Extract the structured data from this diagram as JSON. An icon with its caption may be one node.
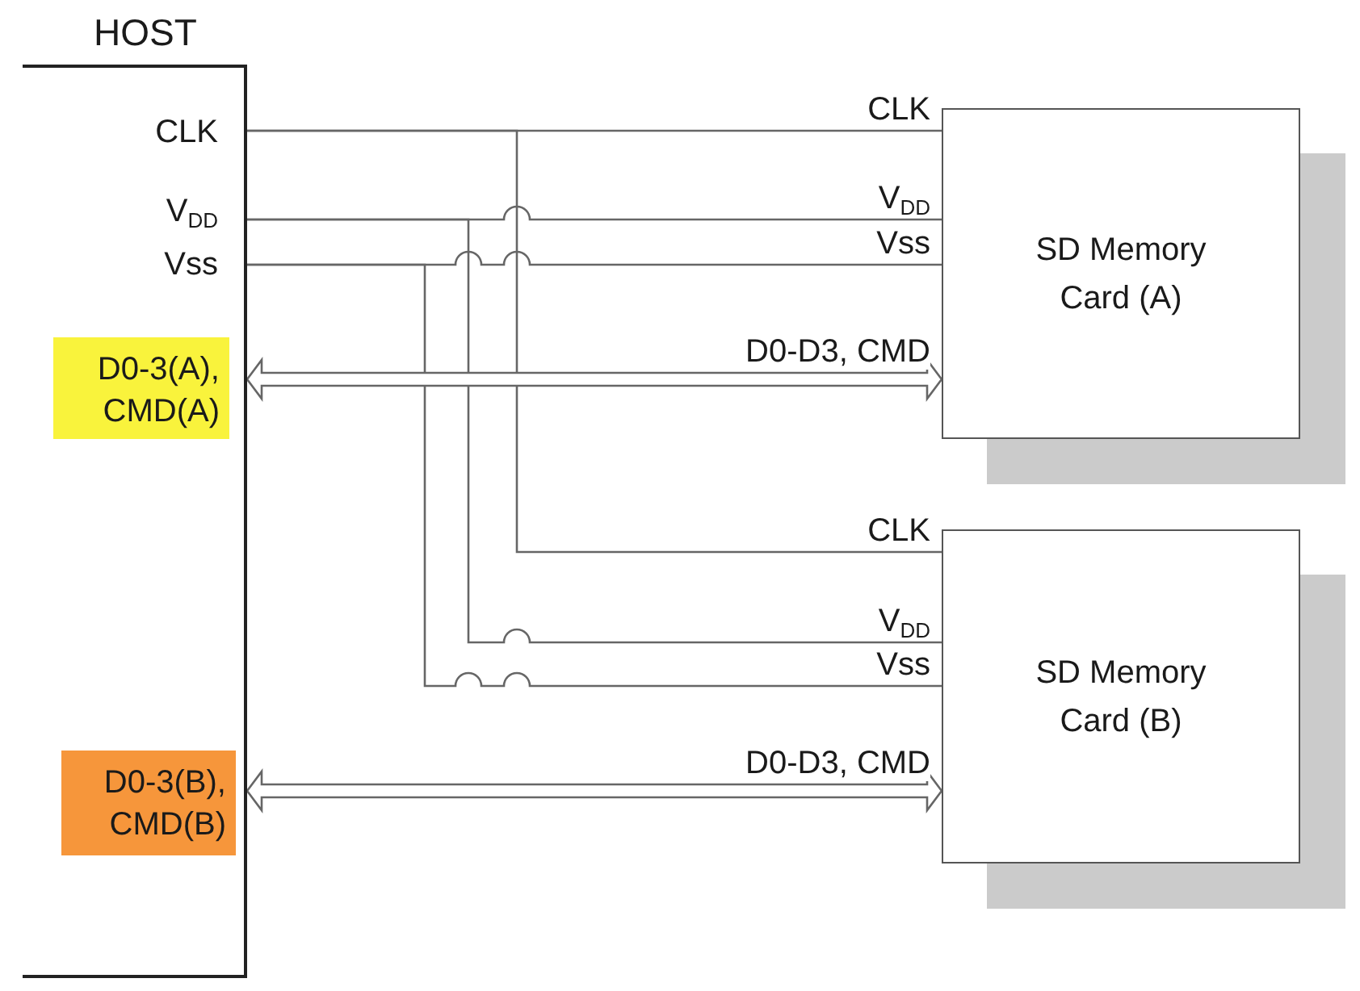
{
  "diagram": {
    "nodes": [
      {
        "text": [
          "HOST"
        ]
      },
      {
        "text": [
          "CLK"
        ],
        "in": 0
      },
      {
        "text": [
          "V$_{DD}$"
        ],
        "in": 0
      },
      {
        "text": [
          "Vss"
        ],
        "in": 0
      },
      {
        "text": [
          "D0-3(A), CMD(A)"
        ],
        "in": 0
      },
      {
        "text": [
          "D0-3(B), CMD(B)"
        ],
        "in": 0
      },
      {
        "text": [
          "SD Memory Card (A)"
        ]
      },
      {
        "text": [
          "SD Memory Card (B)"
        ]
      }
    ],
    "edges": [
      {
        "from": 1,
        "to": 6,
        "arrow": "none",
        "label": "CLK"
      },
      {
        "from": 1,
        "to": 7,
        "arrow": "none",
        "label": "CLK"
      },
      {
        "from": 2,
        "to": 6,
        "arrow": "none",
        "label": "V$_{DD}$"
      },
      {
        "from": 2,
        "to": 7,
        "arrow": "none",
        "label": "V$_{DD}$"
      },
      {
        "from": 3,
        "to": 6,
        "arrow": "none",
        "label": "Vss"
      },
      {
        "from": 3,
        "to": 7,
        "arrow": "none",
        "label": "Vss"
      },
      {
        "from": 4,
        "to": 6,
        "arrow": "both",
        "label": "D0-D3, CMD",
        "style": "thick"
      },
      {
        "from": 5,
        "to": 7,
        "arrow": "both",
        "label": "D0-D3, CMD",
        "style": "thick"
      }
    ]
  }
}
